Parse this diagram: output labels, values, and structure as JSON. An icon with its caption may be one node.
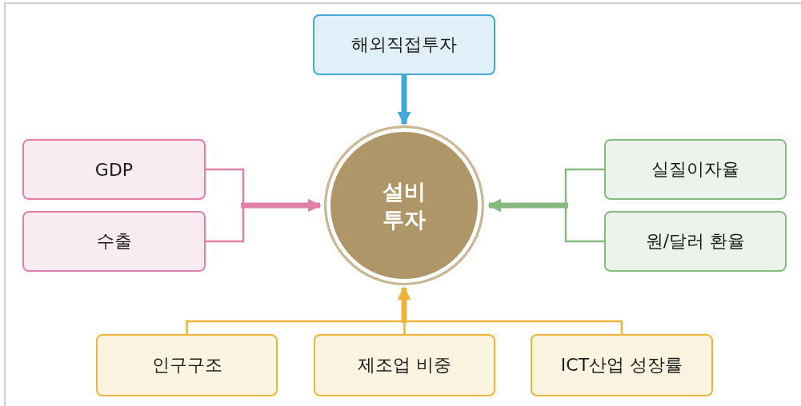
{
  "diagram": {
    "nodes": [
      {
        "text": [
          "해외직접투자"
        ]
      },
      {
        "text": [
          "GDP"
        ]
      },
      {
        "text": [
          "설비 투자"
        ]
      },
      {
        "text": [
          "실질이자율"
        ]
      },
      {
        "text": [
          "수출"
        ]
      },
      {
        "text": [
          "원/달러 환율"
        ]
      },
      {
        "text": [
          "인구구조"
        ]
      },
      {
        "text": [
          "제조업 비중"
        ]
      },
      {
        "text": [
          "ICT산업 성장률"
        ]
      }
    ],
    "edges": [
      {
        "from": 0,
        "to": 2,
        "arrow": "to",
        "color": "#42a9d6"
      },
      {
        "from": 1,
        "to": 2,
        "arrow": "to",
        "color": "#e080a8"
      },
      {
        "from": 4,
        "to": 2,
        "arrow": "to",
        "color": "#e080a8"
      },
      {
        "from": 3,
        "to": 2,
        "arrow": "to",
        "color": "#86ba80"
      },
      {
        "from": 5,
        "to": 2,
        "arrow": "to",
        "color": "#86ba80"
      },
      {
        "from": 6,
        "to": 2,
        "arrow": "to",
        "color": "#edb43a"
      },
      {
        "from": 7,
        "to": 2,
        "arrow": "to",
        "color": "#edb43a"
      },
      {
        "from": 8,
        "to": 2,
        "arrow": "to",
        "color": "#edb43a"
      }
    ]
  }
}
